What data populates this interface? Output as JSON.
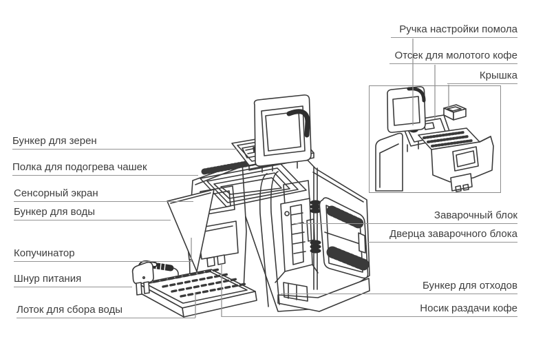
{
  "diagram": {
    "colors": {
      "line": "#3a3a3a",
      "dark_fill": "#2e2e2e",
      "leader": "#939393",
      "text": "#3d3d3d",
      "background": "#ffffff"
    },
    "labels": {
      "left": [
        {
          "text": "Бункер для зерен"
        },
        {
          "text": "Полка для подогрева чашек"
        },
        {
          "text": "Сенсорный экран"
        },
        {
          "text": "Бункер для воды"
        },
        {
          "text": "Копучинатор"
        },
        {
          "text": "Шнур питания"
        },
        {
          "text": "Лоток для сбора воды"
        }
      ],
      "right": [
        {
          "text": "Ручка настройки помола"
        },
        {
          "text": "Отсек для молотого кофе"
        },
        {
          "text": "Крышка"
        },
        {
          "text": "Заварочный блок"
        },
        {
          "text": "Дверца заварочного блока"
        },
        {
          "text": "Бункер для отходов"
        },
        {
          "text": "Носик раздачи кофе"
        }
      ]
    }
  }
}
